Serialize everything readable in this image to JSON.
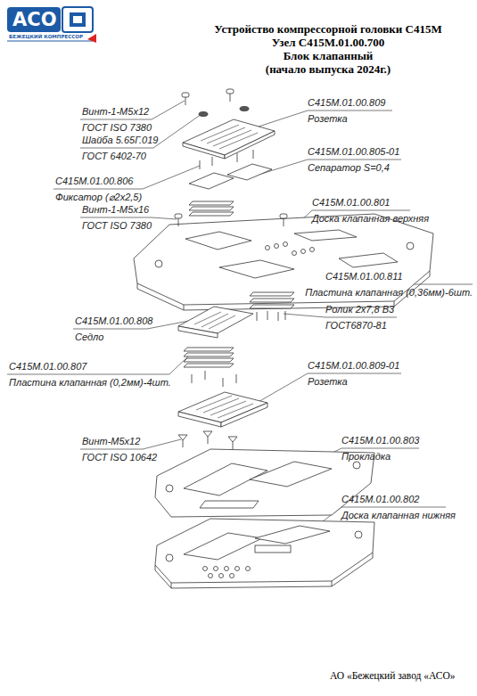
{
  "diagram": {
    "title": "Устройство компрессорной головки С415М",
    "labels": [
      "АСО",
      "БЕЖЕЦКИЙ КОМПРЕССОР",
      "Узел С415М.01.00.700",
      "Блок клапанный",
      "(начало выпуска 2024г.)",
      "Винт-1-М5х12",
      "ГОСТ ISO 7380",
      "Шайба 5.65Г.019",
      "ГОСТ 6402-70",
      "С415М.01.00.806",
      "Фиксатор (⌀2х2,5)",
      "Винт-1-М5х16",
      "ГОСТ ISO 7380",
      "С415М.01.00.809",
      "Розетка",
      "С415М.01.00.805-01",
      "Сепаратор S=0,4",
      "С415М.01.00.801",
      "Доска клапанная верхняя",
      "С415М.01.00.811",
      "Пластина клапанная (0,36мм)-6шт.",
      "Ролик 2х7,8 В3",
      "ГОСТ6870-81",
      "С415М.01.00.808",
      "Седло",
      "С415М.01.00.807",
      "Пластина клапанная (0,2мм)-4шт.",
      "С415М.01.00.809-01",
      "Розетка",
      "Винт-М5х12",
      "ГОСТ ISO 10642",
      "С415М.01.00.803",
      "Прокладка",
      "С415М.01.00.802",
      "Доска клапанная нижняя",
      "АО «Бежецкий завод «АСО»"
    ]
  }
}
